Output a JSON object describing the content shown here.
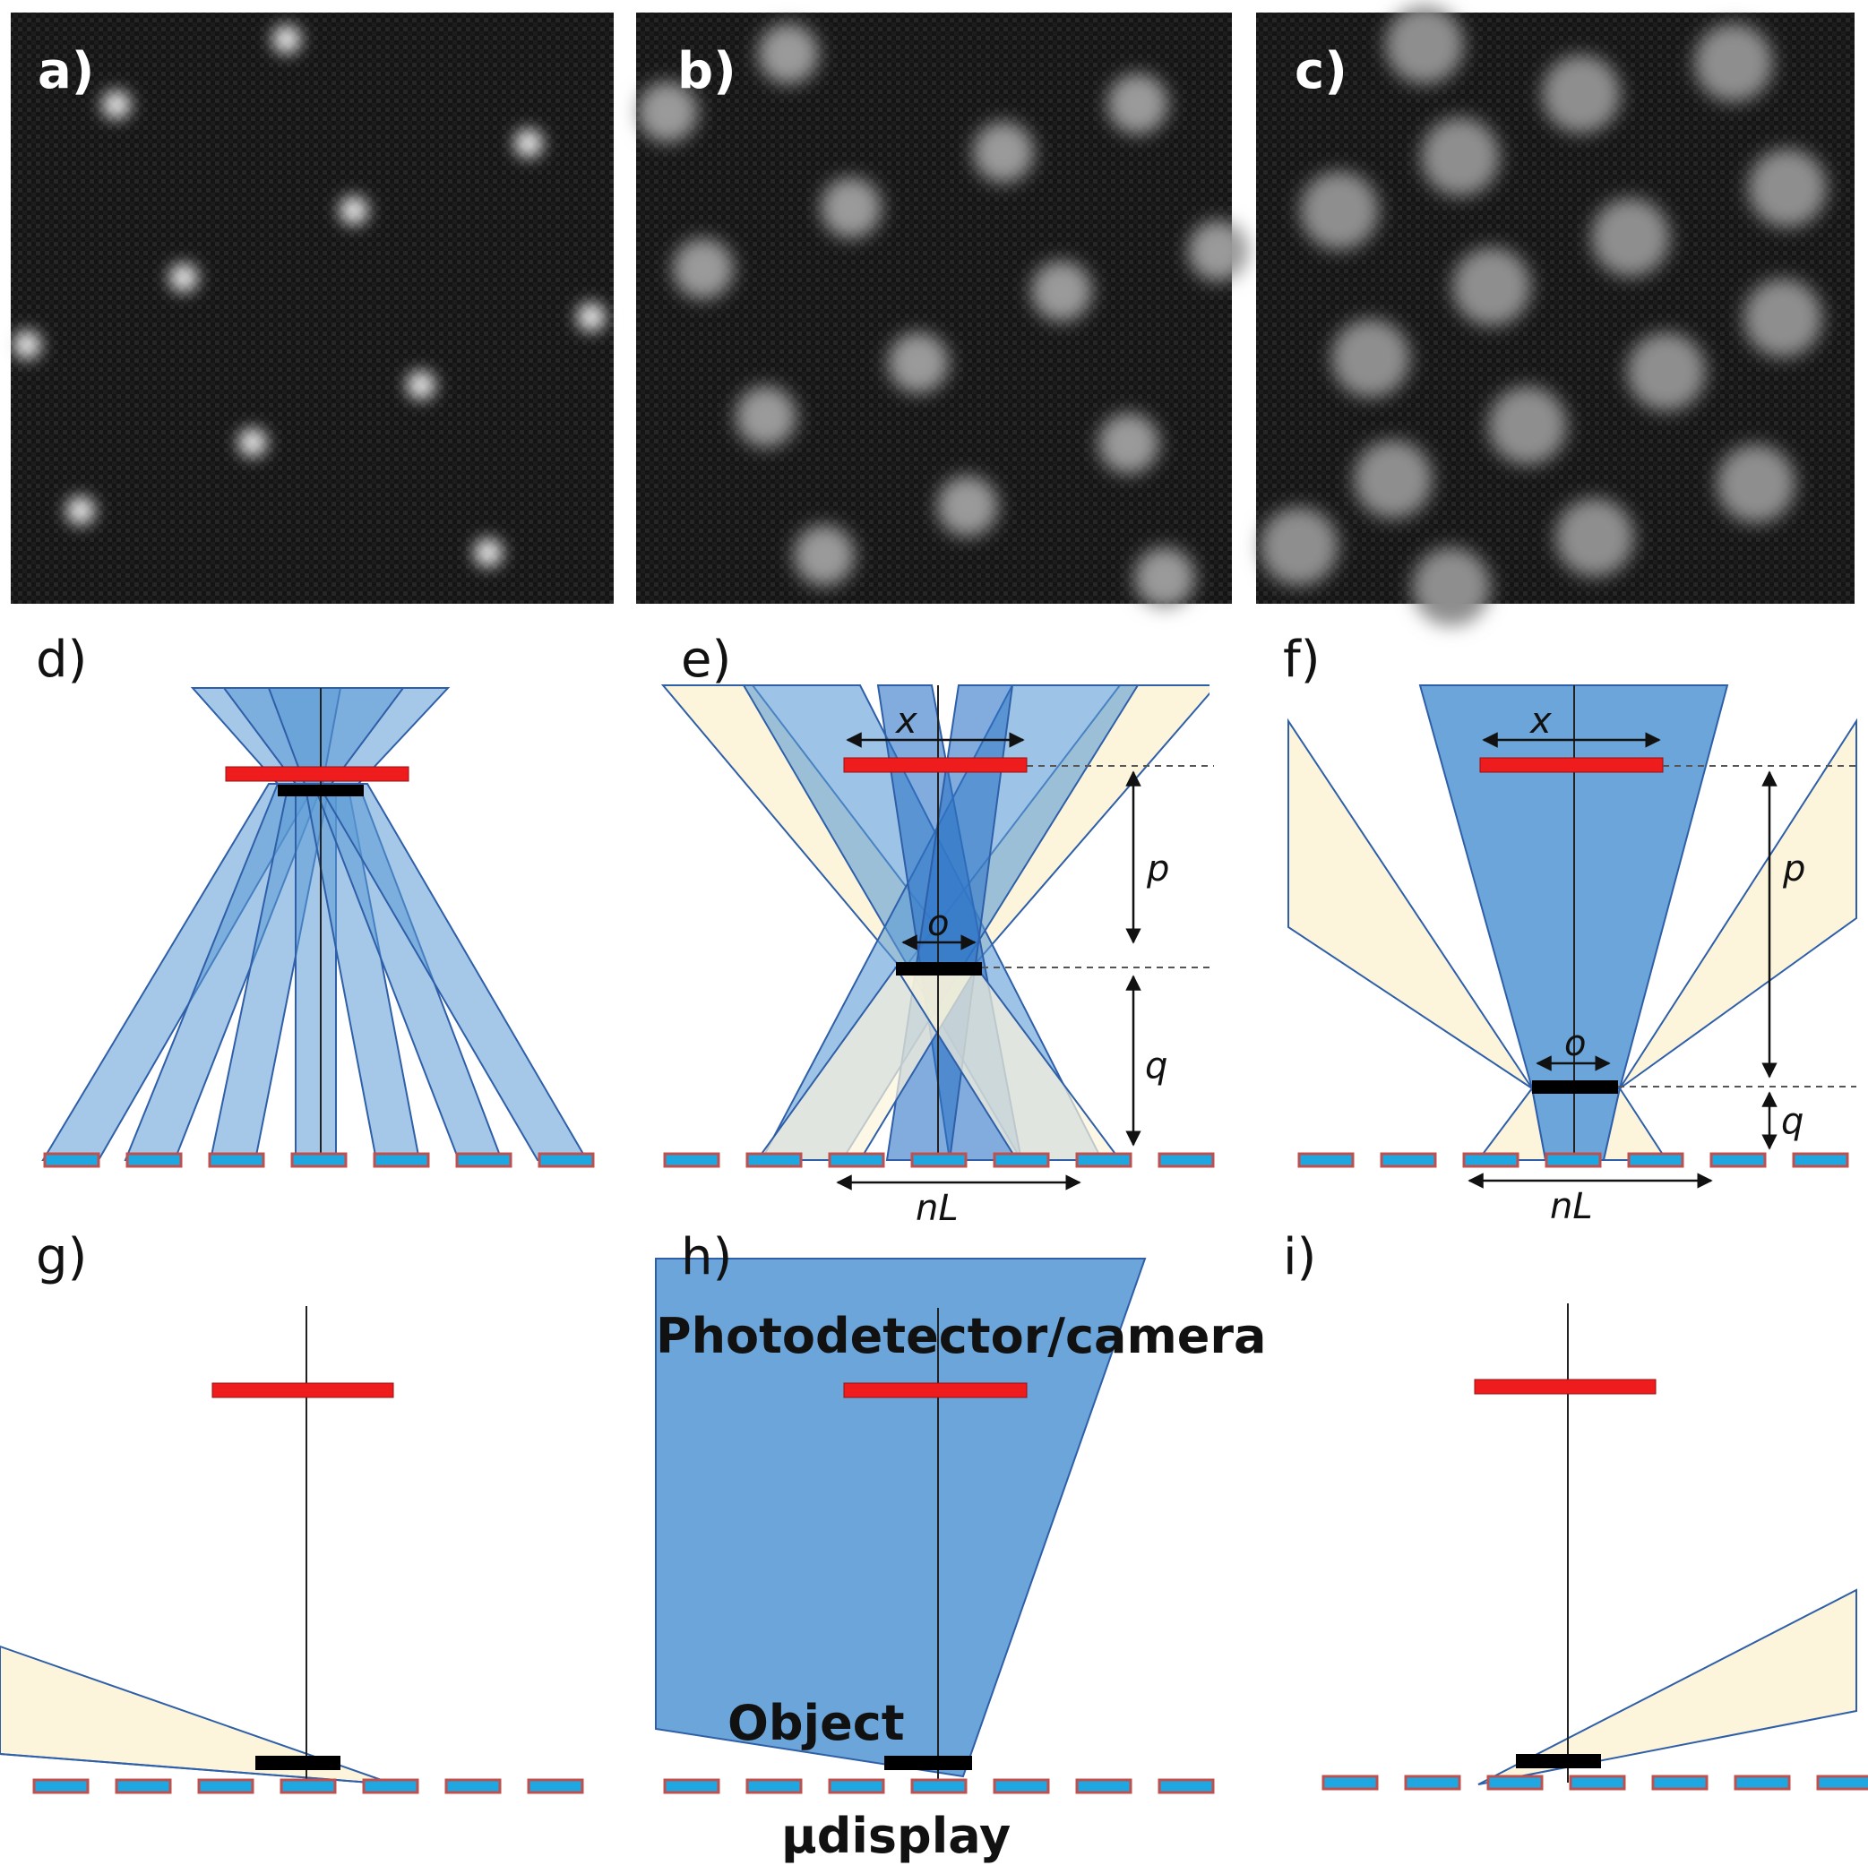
{
  "panels": {
    "a": {
      "label": "a)"
    },
    "b": {
      "label": "b)"
    },
    "c": {
      "label": "c)"
    },
    "d": {
      "label": "d)"
    },
    "e": {
      "label": "e)",
      "x_label": "x",
      "p_label": "p",
      "o_label": "o",
      "q_label": "q",
      "nL_label": "nL"
    },
    "f": {
      "label": "f)",
      "x_label": "x",
      "p_label": "p",
      "o_label": "o",
      "q_label": "q",
      "nL_label": "nL"
    },
    "g": {
      "label": "g)"
    },
    "h": {
      "label": "h)",
      "detector_label": "Photodetector/camera",
      "object_label": "Object",
      "display_label": "µdisplay"
    },
    "i": {
      "label": "i)"
    }
  },
  "colors": {
    "detector": "#ee1c1c",
    "object": "#000000",
    "display_pixel": "#1ea7e1",
    "display_border": "#c0504d",
    "cone_light": "#5b9bd5",
    "cone_dark": "#2e75c6",
    "cream": "#fcf5dc",
    "cone_edge": "#2e5fa8"
  }
}
